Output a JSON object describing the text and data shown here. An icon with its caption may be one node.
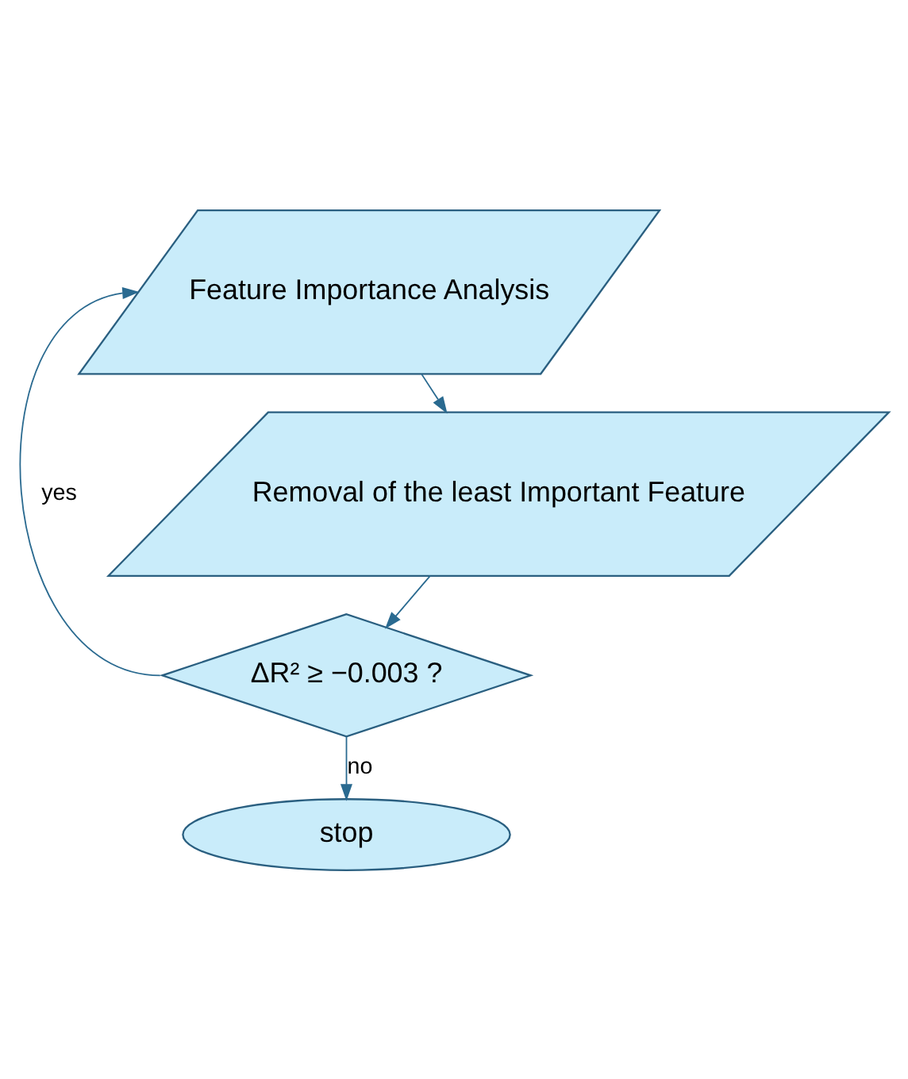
{
  "diagram": {
    "nodes": [
      {
        "text": [
          "Feature Importance Analysis"
        ]
      },
      {
        "text": [
          "Removal of the least Important Feature"
        ]
      },
      {
        "text": [
          "ΔR² ≥ −0.003 ?"
        ]
      },
      {
        "text": [
          "stop"
        ]
      }
    ],
    "edges": [
      {
        "from": 0,
        "to": 1,
        "arrow": "to"
      },
      {
        "from": 1,
        "to": 2,
        "arrow": "to"
      },
      {
        "from": 2,
        "to": 0,
        "arrow": "to",
        "label": "yes"
      },
      {
        "from": 2,
        "to": 3,
        "arrow": "to",
        "label": "no"
      }
    ]
  }
}
